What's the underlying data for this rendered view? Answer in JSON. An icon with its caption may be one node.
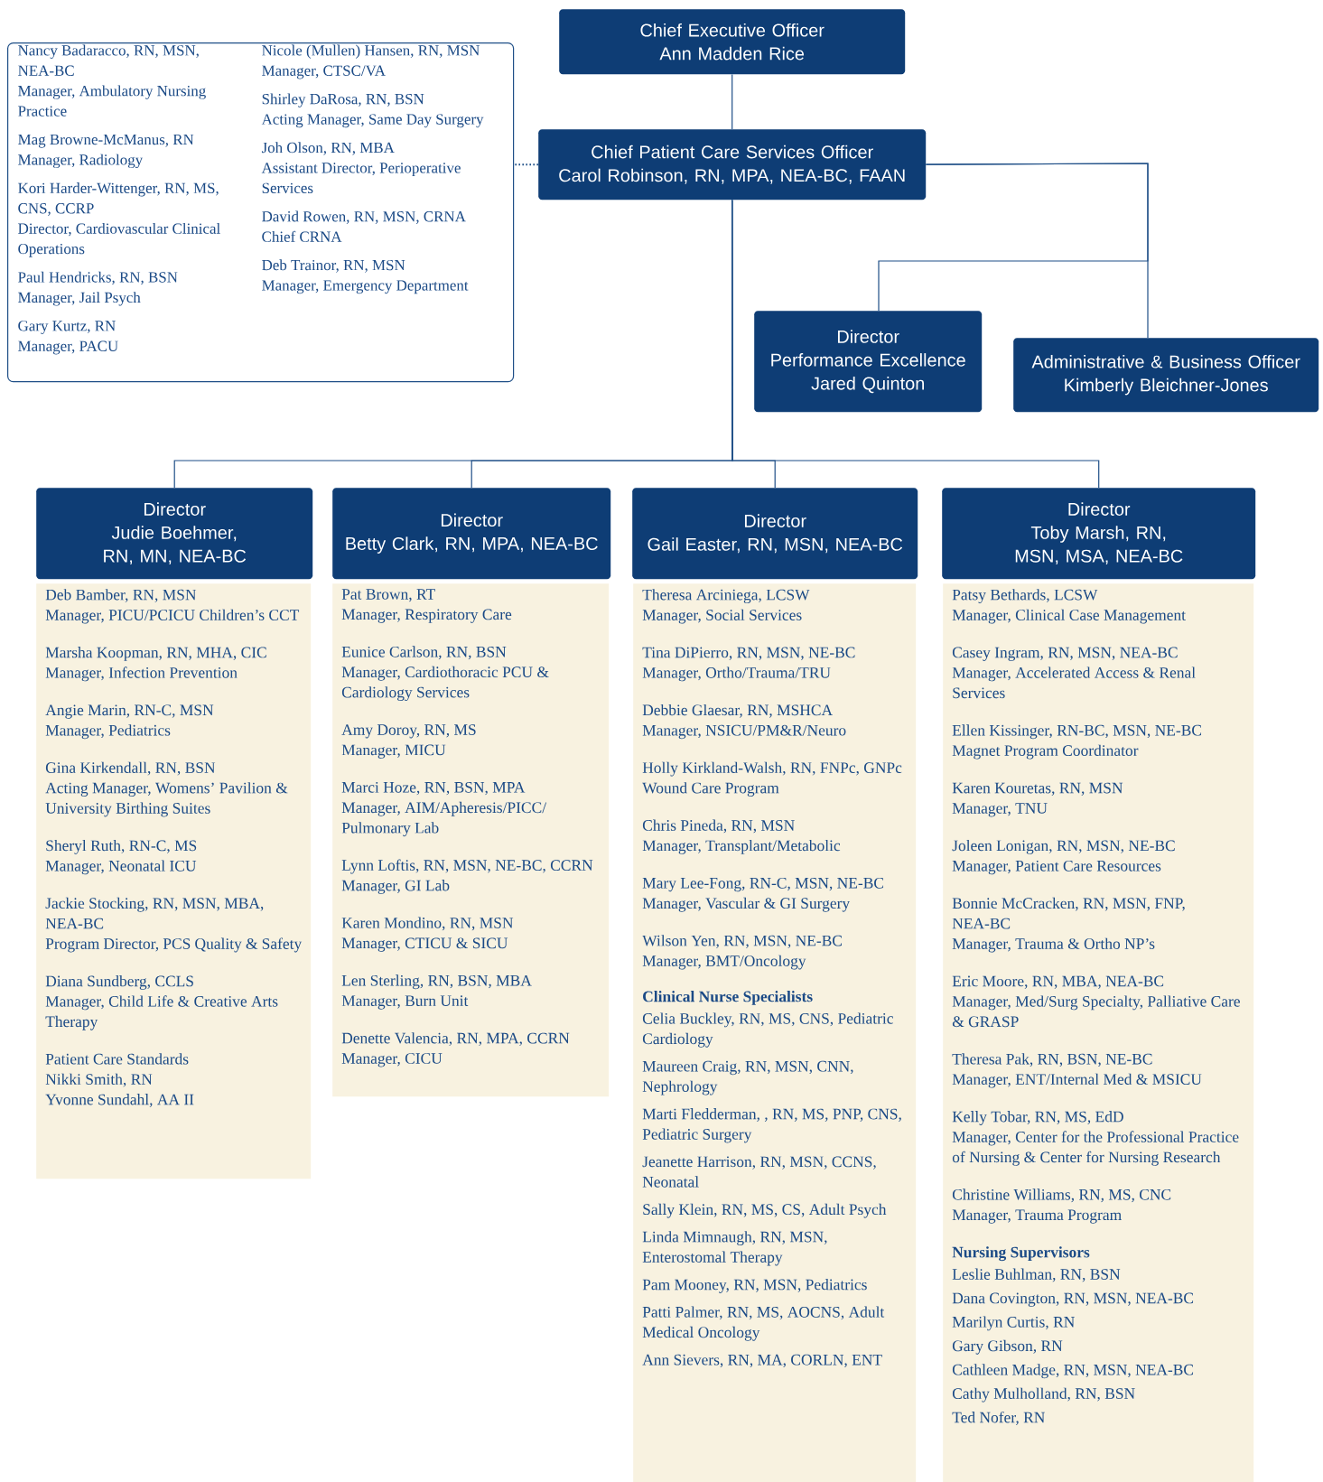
{
  "diagram": {
    "nodes": [
      {
        "text": [
          "Chief Executive Officer",
          "Ann Madden Rice"
        ]
      },
      {
        "text": [
          "Chief Patient Care Services Officer",
          "Carol Robinson, RN, MPA, NEA-BC, FAAN"
        ]
      },
      {
        "text": [
          "Nancy Badaracco, RN, MSN, NEA-BC",
          "Manager, Ambulatory Nursing Practice",
          "Mag Browne-McManus, RN",
          "Manager, Radiology",
          "Kori Harder-Wittenger, RN, MS, CNS, CCRP",
          "Director, Cardiovascular Clinical Operations",
          "Paul Hendricks, RN, BSN",
          "Manager, Jail Psych",
          "Gary Kurtz, RN",
          "Manager, PACU",
          "Nicole (Mullen) Hansen, RN, MSN",
          "Manager, CTSC/VA",
          "Shirley DaRosa, RN, BSN",
          "Acting Manager, Same Day Surgery",
          "Joh Olson, RN, MBA",
          "Assistant Director, Perioperative Services",
          "David Rowen, RN, MSN, CRNA",
          "Chief CRNA",
          "Deb Trainor, RN, MSN",
          "Manager, Emergency Department"
        ]
      },
      {
        "text": [
          "Director",
          "Performance Excellence",
          "Jared Quinton"
        ]
      },
      {
        "text": [
          "Administrative & Business Officer",
          "Kimberly Bleichner-Jones"
        ]
      },
      {
        "text": [
          "Director",
          "Judie Boehmer, RN, MN, NEA-BC"
        ]
      },
      {
        "text": [
          "Director",
          "Betty Clark, RN, MPA, NEA-BC"
        ]
      },
      {
        "text": [
          "Director",
          "Gail Easter, RN, MSN, NEA-BC"
        ]
      },
      {
        "text": [
          "Director",
          "Toby Marsh, RN, MSN, MSA, NEA-BC"
        ]
      },
      {
        "text": [
          "Deb Bamber, RN, MSN",
          "Manager, PICU/PCICU Children’s CCT",
          "Marsha Koopman, RN, MHA, CIC",
          "Manager, Infection Prevention",
          "Angie Marin, RN-C, MSN",
          "Manager, Pediatrics",
          "Gina Kirkendall, RN, BSN",
          "Acting Manager, Womens’ Pavilion & University Birthing Suites",
          "Sheryl Ruth, RN-C, MS",
          "Manager, Neonatal ICU",
          "Jackie Stocking, RN, MSN, MBA, NEA-BC",
          "Program Director, PCS Quality & Safety",
          "Diana Sundberg, CCLS",
          "Manager, Child Life & Creative Arts Therapy",
          "Patient Care Standards",
          "Nikki Smith, RN",
          "Yvonne Sundahl, AA II"
        ]
      },
      {
        "text": [
          "Pat Brown, RT",
          "Manager, Respiratory Care",
          "Eunice Carlson, RN, BSN",
          "Manager, Cardiothoracic PCU & Cardiology Services",
          "Amy Doroy, RN, MS",
          "Manager, MICU",
          "Marci Hoze, RN, BSN, MPA",
          "Manager, AIM/Apheresis/PICC/ Pulmonary Lab",
          "Lynn Loftis, RN, MSN, NE-BC, CCRN",
          "Manager, GI Lab",
          "Karen Mondino, RN, MSN",
          "Manager, CTICU & SICU",
          "Len Sterling, RN, BSN, MBA",
          "Manager, Burn Unit",
          "Denette Valencia, RN, MPA, CCRN",
          "Manager, CICU"
        ]
      },
      {
        "text": [
          "Theresa Arciniega, LCSW",
          "Manager, Social Services",
          "Tina DiPierro, RN, MSN, NE-BC",
          "Manager, Ortho/Trauma/TRU",
          "Debbie Glaesar, RN, MSHCA",
          "Manager, NSICU/PM&R/Neuro",
          "Holly Kirkland-Walsh, RN, FNPc, GNPc",
          "Wound Care Program",
          "Chris Pineda, RN, MSN",
          "Manager, Transplant/Metabolic",
          "Mary Lee-Fong, RN-C, MSN, NE-BC",
          "Manager, Vascular & GI Surgery",
          "Wilson Yen, RN, MSN, NE-BC",
          "Manager, BMT/Oncology",
          "Clinical Nurse Specialists",
          "Celia Buckley, RN, MS, CNS, Pediatric Cardiology",
          "Maureen Craig, RN, MSN, CNN, Nephrology",
          "Marti Fledderman, , RN, MS, PNP, CNS, Pediatric Surgery",
          "Jeanette Harrison, RN, MSN, CCNS, Neonatal",
          "Sally Klein, RN, MS, CS, Adult Psych",
          "Linda Mimnaugh, RN, MSN, Enterostomal Therapy",
          "Pam Mooney, RN, MSN, Pediatrics",
          "Patti Palmer, RN, MS, AOCNS, Adult Medical Oncology",
          "Ann Sievers, RN, MA, CORLN, ENT"
        ]
      },
      {
        "text": [
          "Patsy Bethards, LCSW",
          "Manager, Clinical Case Management",
          "Casey Ingram, RN, MSN, NEA-BC",
          "Manager, Accelerated Access & Renal Services",
          "Ellen Kissinger, RN-BC, MSN, NE-BC",
          "Magnet Program Coordinator",
          "Karen Kouretas, RN, MSN",
          "Manager, TNU",
          "Joleen Lonigan, RN, MSN, NE-BC",
          "Manager, Patient Care Resources",
          "Bonnie McCracken, RN, MSN, FNP, NEA-BC",
          "Manager, Trauma & Ortho NP’s",
          "Eric Moore, RN, MBA, NEA-BC",
          "Manager, Med/Surg Specialty, Palliative Care & GRASP",
          "Theresa Pak, RN, BSN, NE-BC",
          "Manager, ENT/Internal Med & MSICU",
          "Kelly Tobar, RN, MS, EdD",
          "Manager, Center for the Professional Practice of Nursing & Center for Nursing Research",
          "Christine Williams, RN, MS, CNC",
          "Manager, Trauma Program",
          "Nursing Supervisors",
          "Leslie Buhlman, RN, BSN",
          "Dana Covington, RN, MSN, NEA-BC",
          "Marilyn Curtis, RN",
          "Gary Gibson, RN",
          "Cathleen Madge, RN, MSN, NEA-BC",
          "Cathy Mulholland, RN, BSN",
          "Ted Nofer, RN"
        ]
      }
    ],
    "edges": [
      {
        "from": 0,
        "to": 1,
        "arrow": "none"
      },
      {
        "from": 1,
        "to": 2,
        "arrow": "none",
        "style": "dashed"
      },
      {
        "from": 1,
        "to": 3,
        "arrow": "none"
      },
      {
        "from": 1,
        "to": 4,
        "arrow": "none"
      },
      {
        "from": 1,
        "to": 5,
        "arrow": "none"
      },
      {
        "from": 1,
        "to": 6,
        "arrow": "none"
      },
      {
        "from": 1,
        "to": 7,
        "arrow": "none"
      },
      {
        "from": 1,
        "to": 8,
        "arrow": "none"
      }
    ]
  }
}
